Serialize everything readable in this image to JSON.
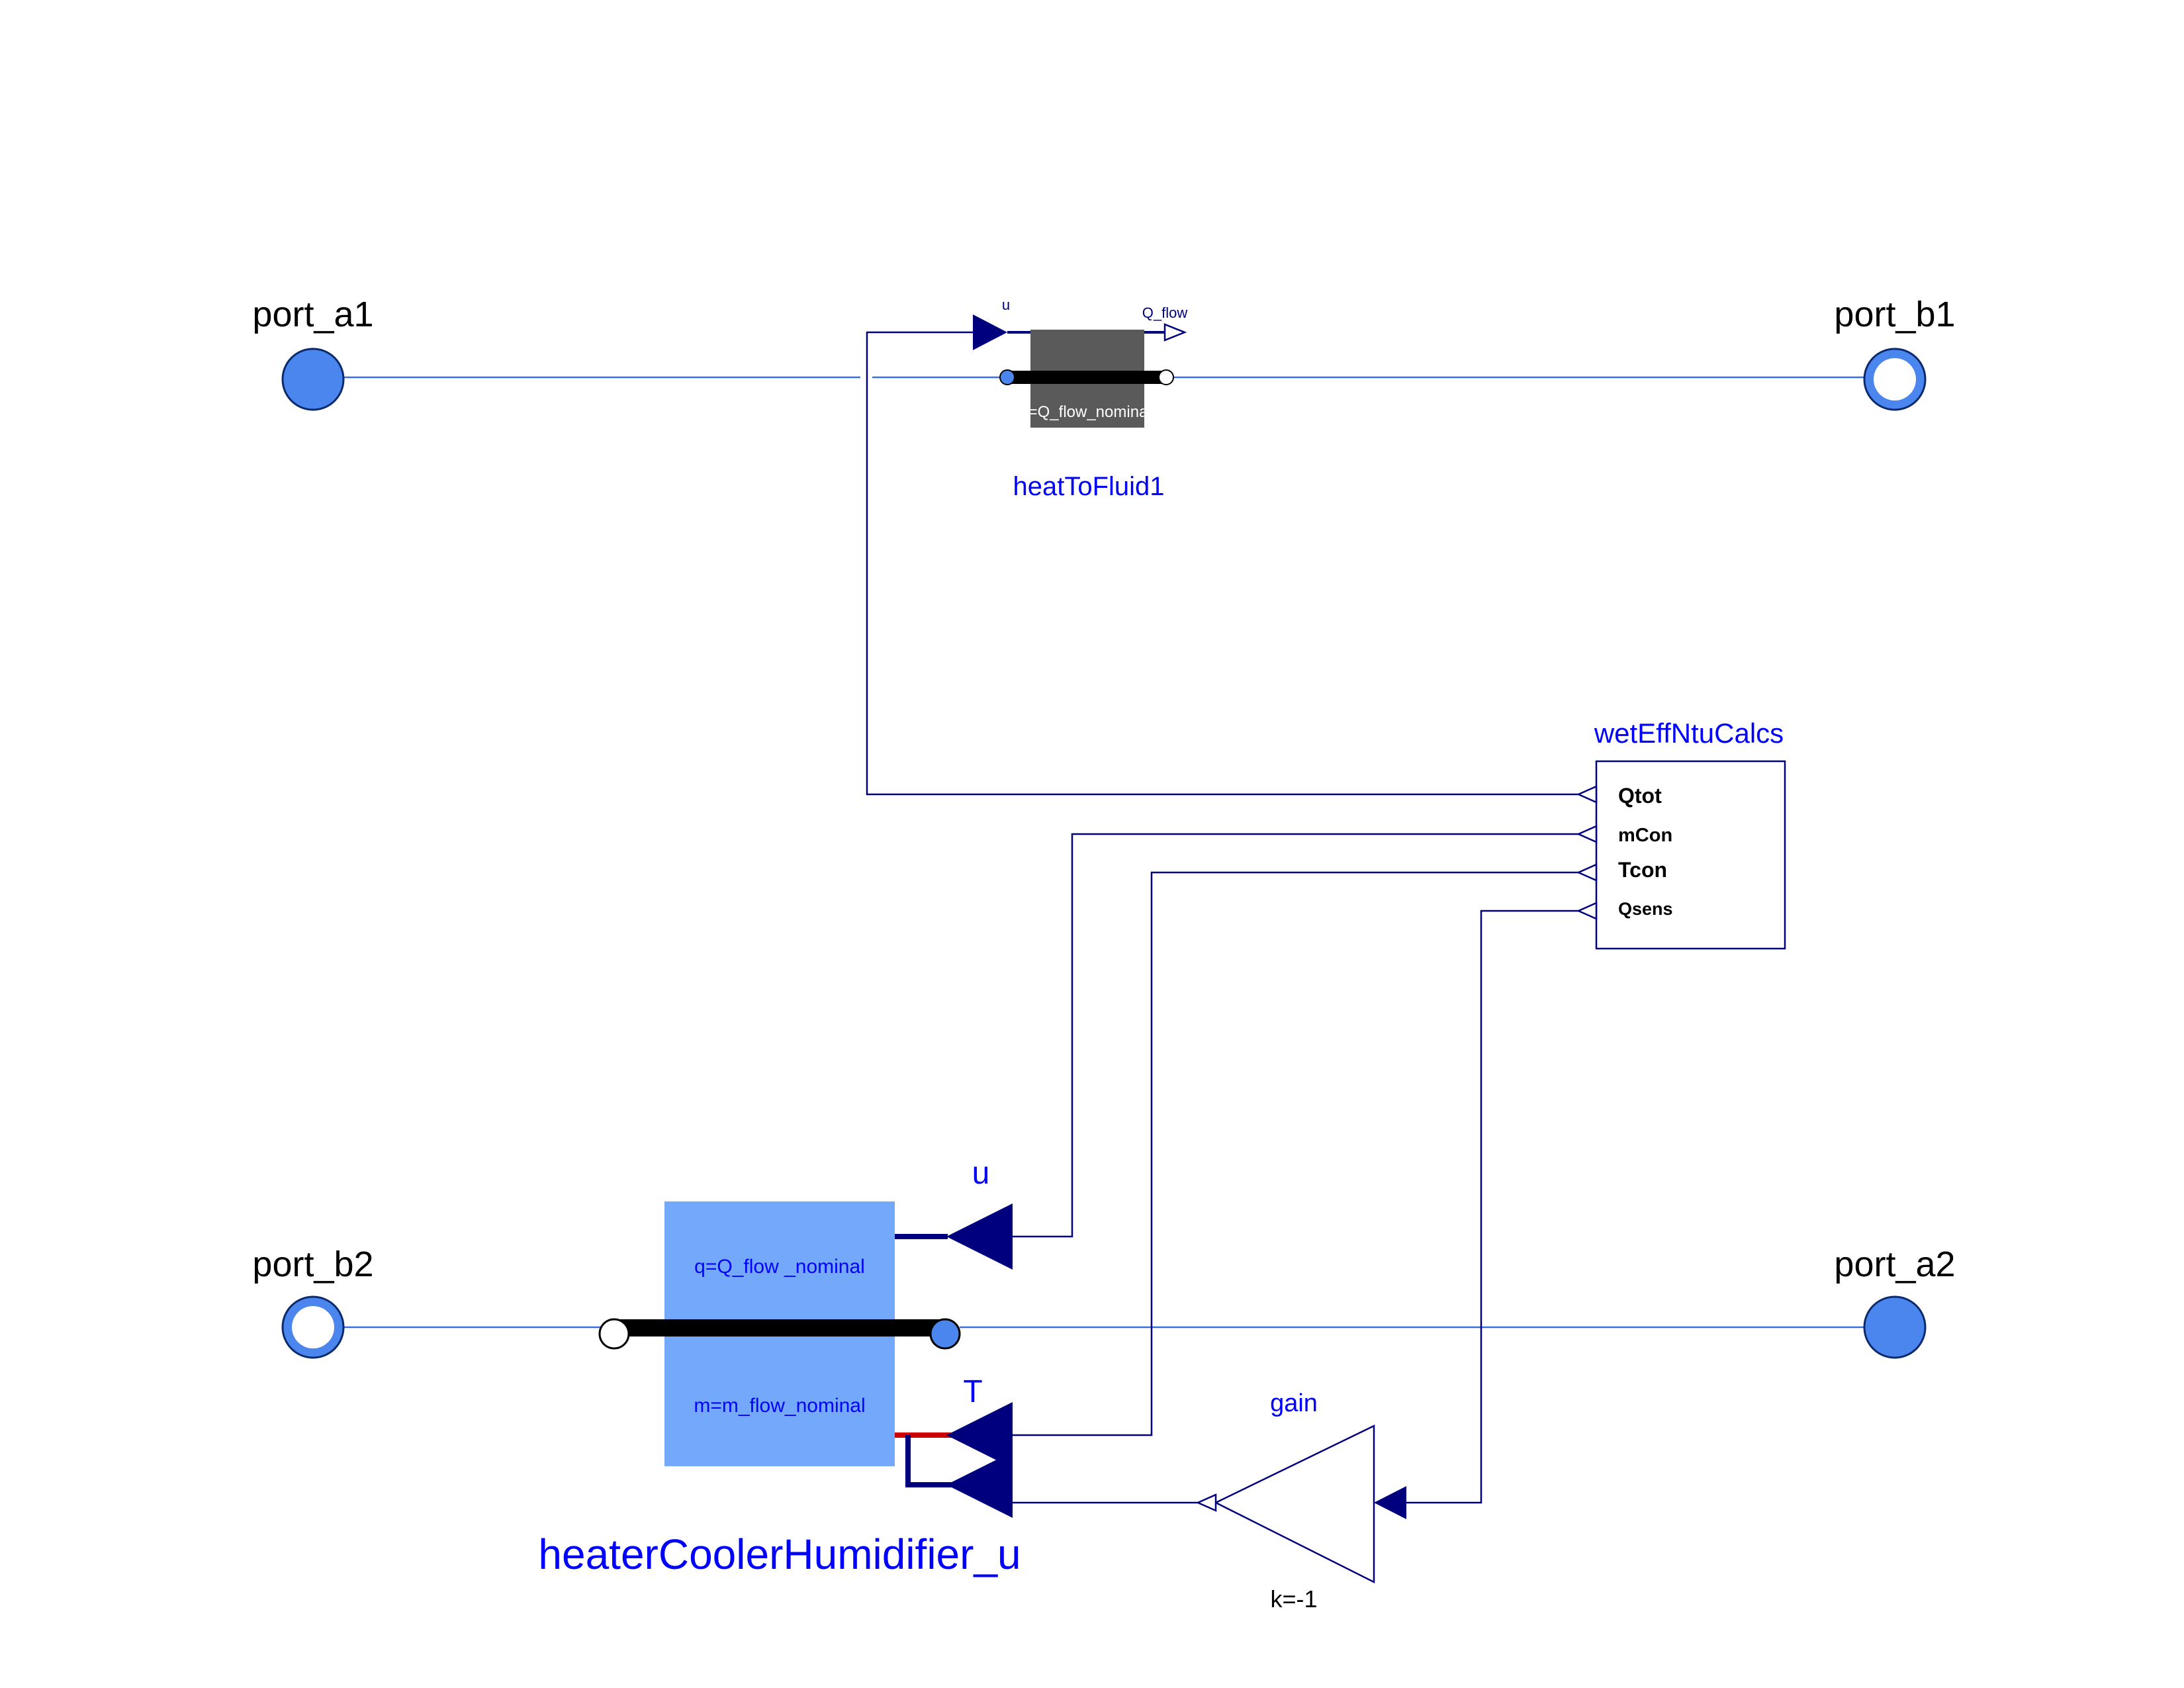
{
  "ports": {
    "a1": "port_a1",
    "b1": "port_b1",
    "b2": "port_b2",
    "a2": "port_a2"
  },
  "heatToFluid1": {
    "name": "heatToFluid1",
    "input_u": "u",
    "output_qflow": "Q_flow",
    "param": "q=Q_flow_nominal"
  },
  "wetEffNtuCalcs": {
    "name": "wetEffNtuCalcs",
    "outputs": [
      "Qtot",
      "mCon",
      "Tcon",
      "Qsens"
    ]
  },
  "heaterCoolerHumidifier": {
    "name": "heaterCoolerHumidifier_u",
    "input_u": "u",
    "input_T": "T",
    "param_q": "q=Q_flow _nominal",
    "param_m": "m=m_flow_nominal"
  },
  "gain": {
    "name": "gain",
    "param": "k=-1"
  },
  "colors": {
    "fluid_line": "#3a6fe0",
    "signal_line": "#00007f",
    "port_fill": "#4a86ee",
    "block_fill": "#74a8fb",
    "heat_block_fill": "#5a5a5a",
    "label_blue": "#0000ff",
    "hydraulic_red": "#cc0000"
  }
}
